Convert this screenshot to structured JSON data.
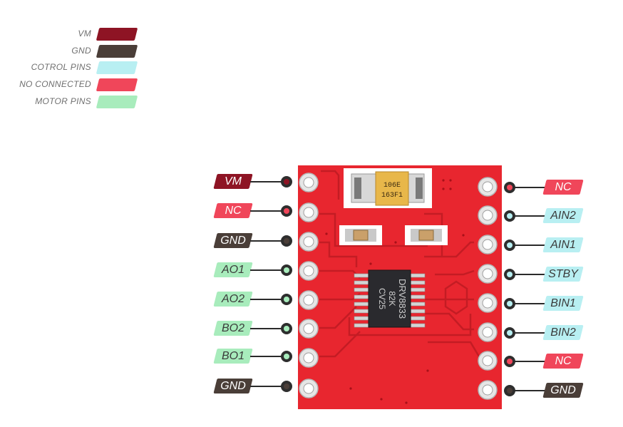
{
  "legend": {
    "vm": "VM",
    "gnd": "GND",
    "control": "COTROL PINS",
    "nc": "NO CONNECTED",
    "motor": "MOTOR PINS"
  },
  "colors": {
    "vm": "#8e1424",
    "gnd": "#4a3e38",
    "control": "#b8eff2",
    "nc": "#f0465a",
    "motor": "#a8ecbc",
    "board": "#e8262f"
  },
  "left_pins": [
    "VM",
    "NC",
    "GND",
    "AO1",
    "AO2",
    "BO2",
    "BO1",
    "GND"
  ],
  "right_pins": [
    "NC",
    "AIN2",
    "AIN1",
    "STBY",
    "BIN1",
    "BIN2",
    "NC",
    "GND"
  ],
  "components": {
    "capacitor_line1": "106E",
    "capacitor_line2": "163F1",
    "chip_line1": "DRV8833",
    "chip_line2": "82K",
    "chip_line3": "CV25"
  }
}
